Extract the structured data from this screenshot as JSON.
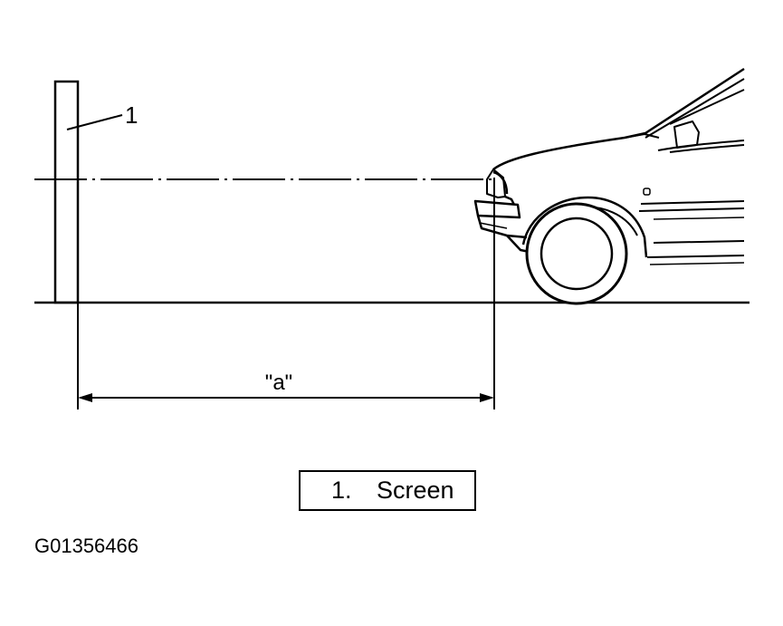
{
  "diagram": {
    "callout_label": "1",
    "distance_label": "\"a\""
  },
  "legend": {
    "item_number": "1.",
    "item_label": "Screen"
  },
  "figure_id": "G01356466"
}
